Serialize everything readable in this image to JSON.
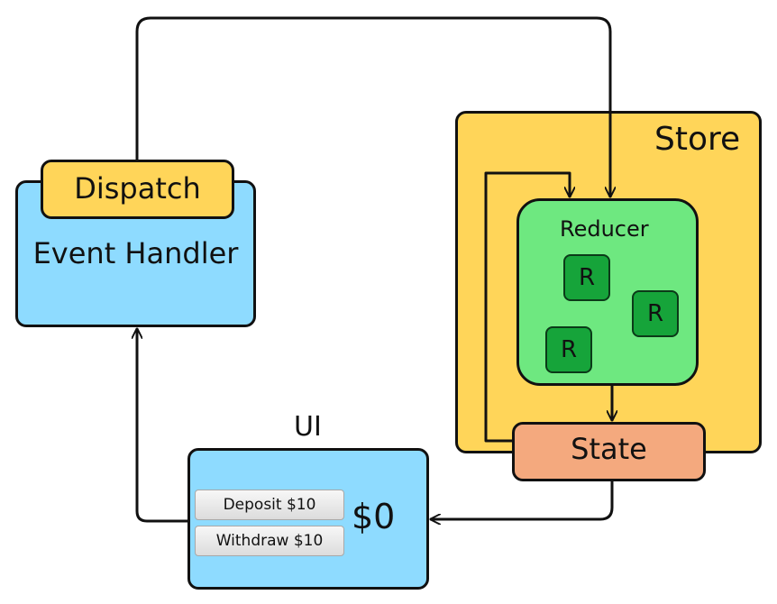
{
  "store": {
    "label": "Store"
  },
  "reducer": {
    "label": "Reducer",
    "items": [
      "R",
      "R",
      "R"
    ]
  },
  "state": {
    "label": "State"
  },
  "dispatch": {
    "label": "Dispatch"
  },
  "event_handler": {
    "label": "Event Handler"
  },
  "ui": {
    "label": "UI",
    "buttons": [
      "Deposit $10",
      "Withdraw $10"
    ],
    "balance": "$0"
  },
  "colors": {
    "store": "#ffd559",
    "reducer": "#6ee880",
    "reducer_item": "#16a43a",
    "state": "#f4a97e",
    "event_handler": "#8edbff",
    "dispatch": "#ffd559",
    "ui": "#8edbff"
  }
}
